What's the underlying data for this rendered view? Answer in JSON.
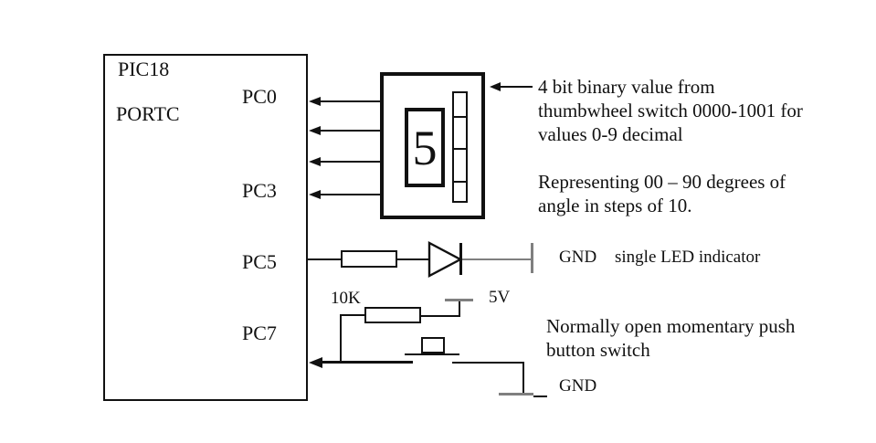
{
  "colors": {
    "ink": "#111111",
    "gray": "#7f7f7f",
    "bg": "#ffffff"
  },
  "chip": {
    "title": "PIC18",
    "subtitle": "PORTC",
    "pins": {
      "pc0": "PC0",
      "pc3": "PC3",
      "pc5": "PC5",
      "pc7": "PC7"
    }
  },
  "thumbwheel": {
    "digit": "5"
  },
  "annotations": {
    "thumbwheel_note": "4 bit binary value from\nthumbwheel switch 0000-1001 for\nvalues 0-9 decimal",
    "angle_note": "Representing 00 – 90 degrees of\nangle in steps of 10.",
    "led_gnd": "GND",
    "led_note": "single LED indicator",
    "resistor_value": "10K",
    "supply": "5V",
    "button_note": "Normally open momentary push\nbutton switch",
    "button_gnd": "GND"
  }
}
